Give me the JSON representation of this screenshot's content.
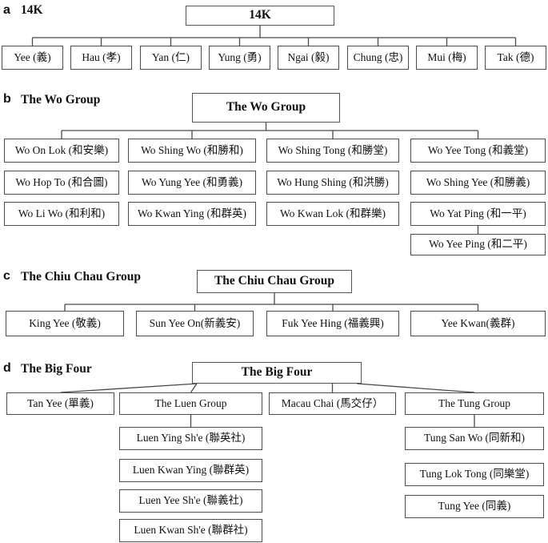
{
  "page": {
    "background": "#ffffff",
    "line_color": "#4a4a4a",
    "box_border_color": "#4d4d4d"
  },
  "sections": [
    {
      "letter": "a",
      "label": "14K",
      "root": "14K",
      "children": [
        "Yee (義)",
        "Hau (孝)",
        "Yan (仁)",
        "Yung (勇)",
        "Ngai (毅)",
        "Chung (忠)",
        "Mui (梅)",
        "Tak (德)"
      ]
    },
    {
      "letter": "b",
      "label": "The Wo Group",
      "root": "The Wo Group",
      "rows": [
        [
          "Wo On Lok (和安樂)",
          "Wo Shing Wo (和勝和)",
          "Wo Shing Tong (和勝堂)",
          "Wo Yee Tong (和義堂)"
        ],
        [
          "Wo Hop To (和合圖)",
          "Wo Yung Yee (和勇義)",
          "Wo Hung Shing (和洪勝)",
          "Wo Shing Yee (和勝義)"
        ],
        [
          "Wo Li Wo (和利和)",
          "Wo Kwan Ying (和群英)",
          "Wo Kwan Lok (和群樂)",
          "Wo Yat Ping (和一平)"
        ],
        [
          "Wo Yee Ping (和二平)"
        ]
      ]
    },
    {
      "letter": "c",
      "label": "The Chiu Chau Group",
      "root": "The Chiu Chau Group",
      "children": [
        "King Yee (敬義)",
        "Sun Yee On(新義安)",
        "Fuk Yee Hing (福義興)",
        "Yee Kwan(義群)"
      ]
    },
    {
      "letter": "d",
      "label": "The Big Four",
      "root": "The Big Four",
      "children": [
        "Tan Yee (單義)",
        "The Luen Group",
        "Macau Chai (馬交仔）",
        "The Tung Group"
      ],
      "luen_subs": [
        "Luen Ying Sh'e (聯英社)",
        "Luen Kwan Ying (聯群英)",
        "Luen Yee Sh'e (聯義社)",
        "Luen Kwan Sh'e (聯群社)"
      ],
      "tung_subs": [
        "Tung San Wo (同新和)",
        "Tung Lok Tong (同樂堂)",
        "Tung Yee (同義)"
      ]
    }
  ]
}
